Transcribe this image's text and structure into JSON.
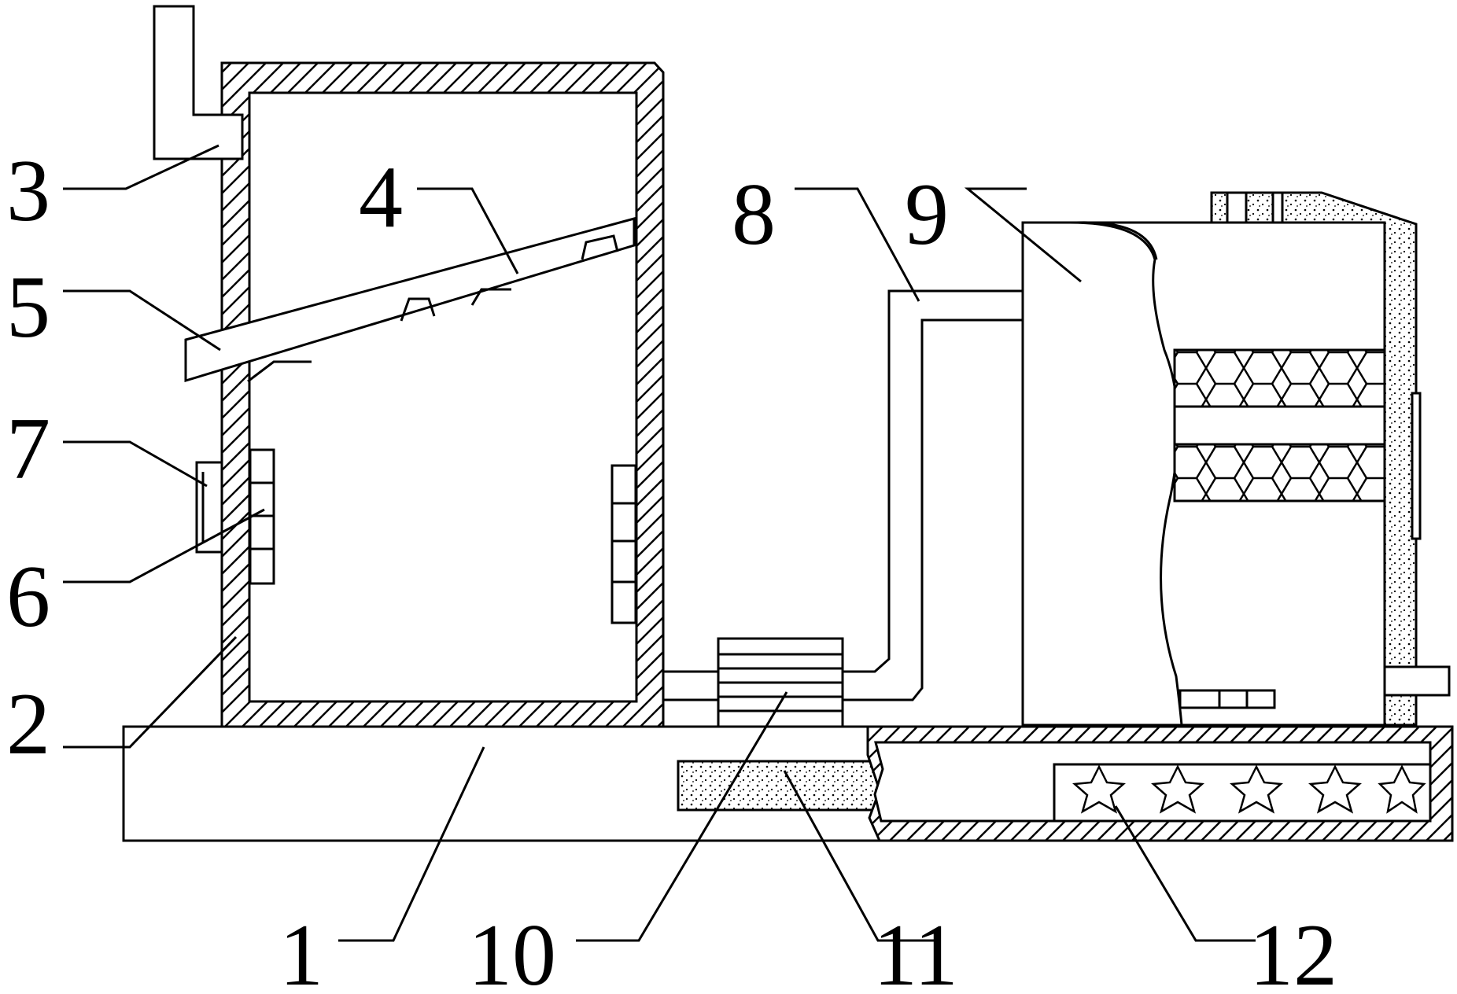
{
  "labels": [
    {
      "id": "1",
      "text": "1"
    },
    {
      "id": "2",
      "text": "2"
    },
    {
      "id": "3",
      "text": "3"
    },
    {
      "id": "4",
      "text": "4"
    },
    {
      "id": "5",
      "text": "5"
    },
    {
      "id": "6",
      "text": "6"
    },
    {
      "id": "7",
      "text": "7"
    },
    {
      "id": "8",
      "text": "8"
    },
    {
      "id": "9",
      "text": "9"
    },
    {
      "id": "10",
      "text": "10"
    },
    {
      "id": "11",
      "text": "11"
    },
    {
      "id": "12",
      "text": "12"
    }
  ]
}
